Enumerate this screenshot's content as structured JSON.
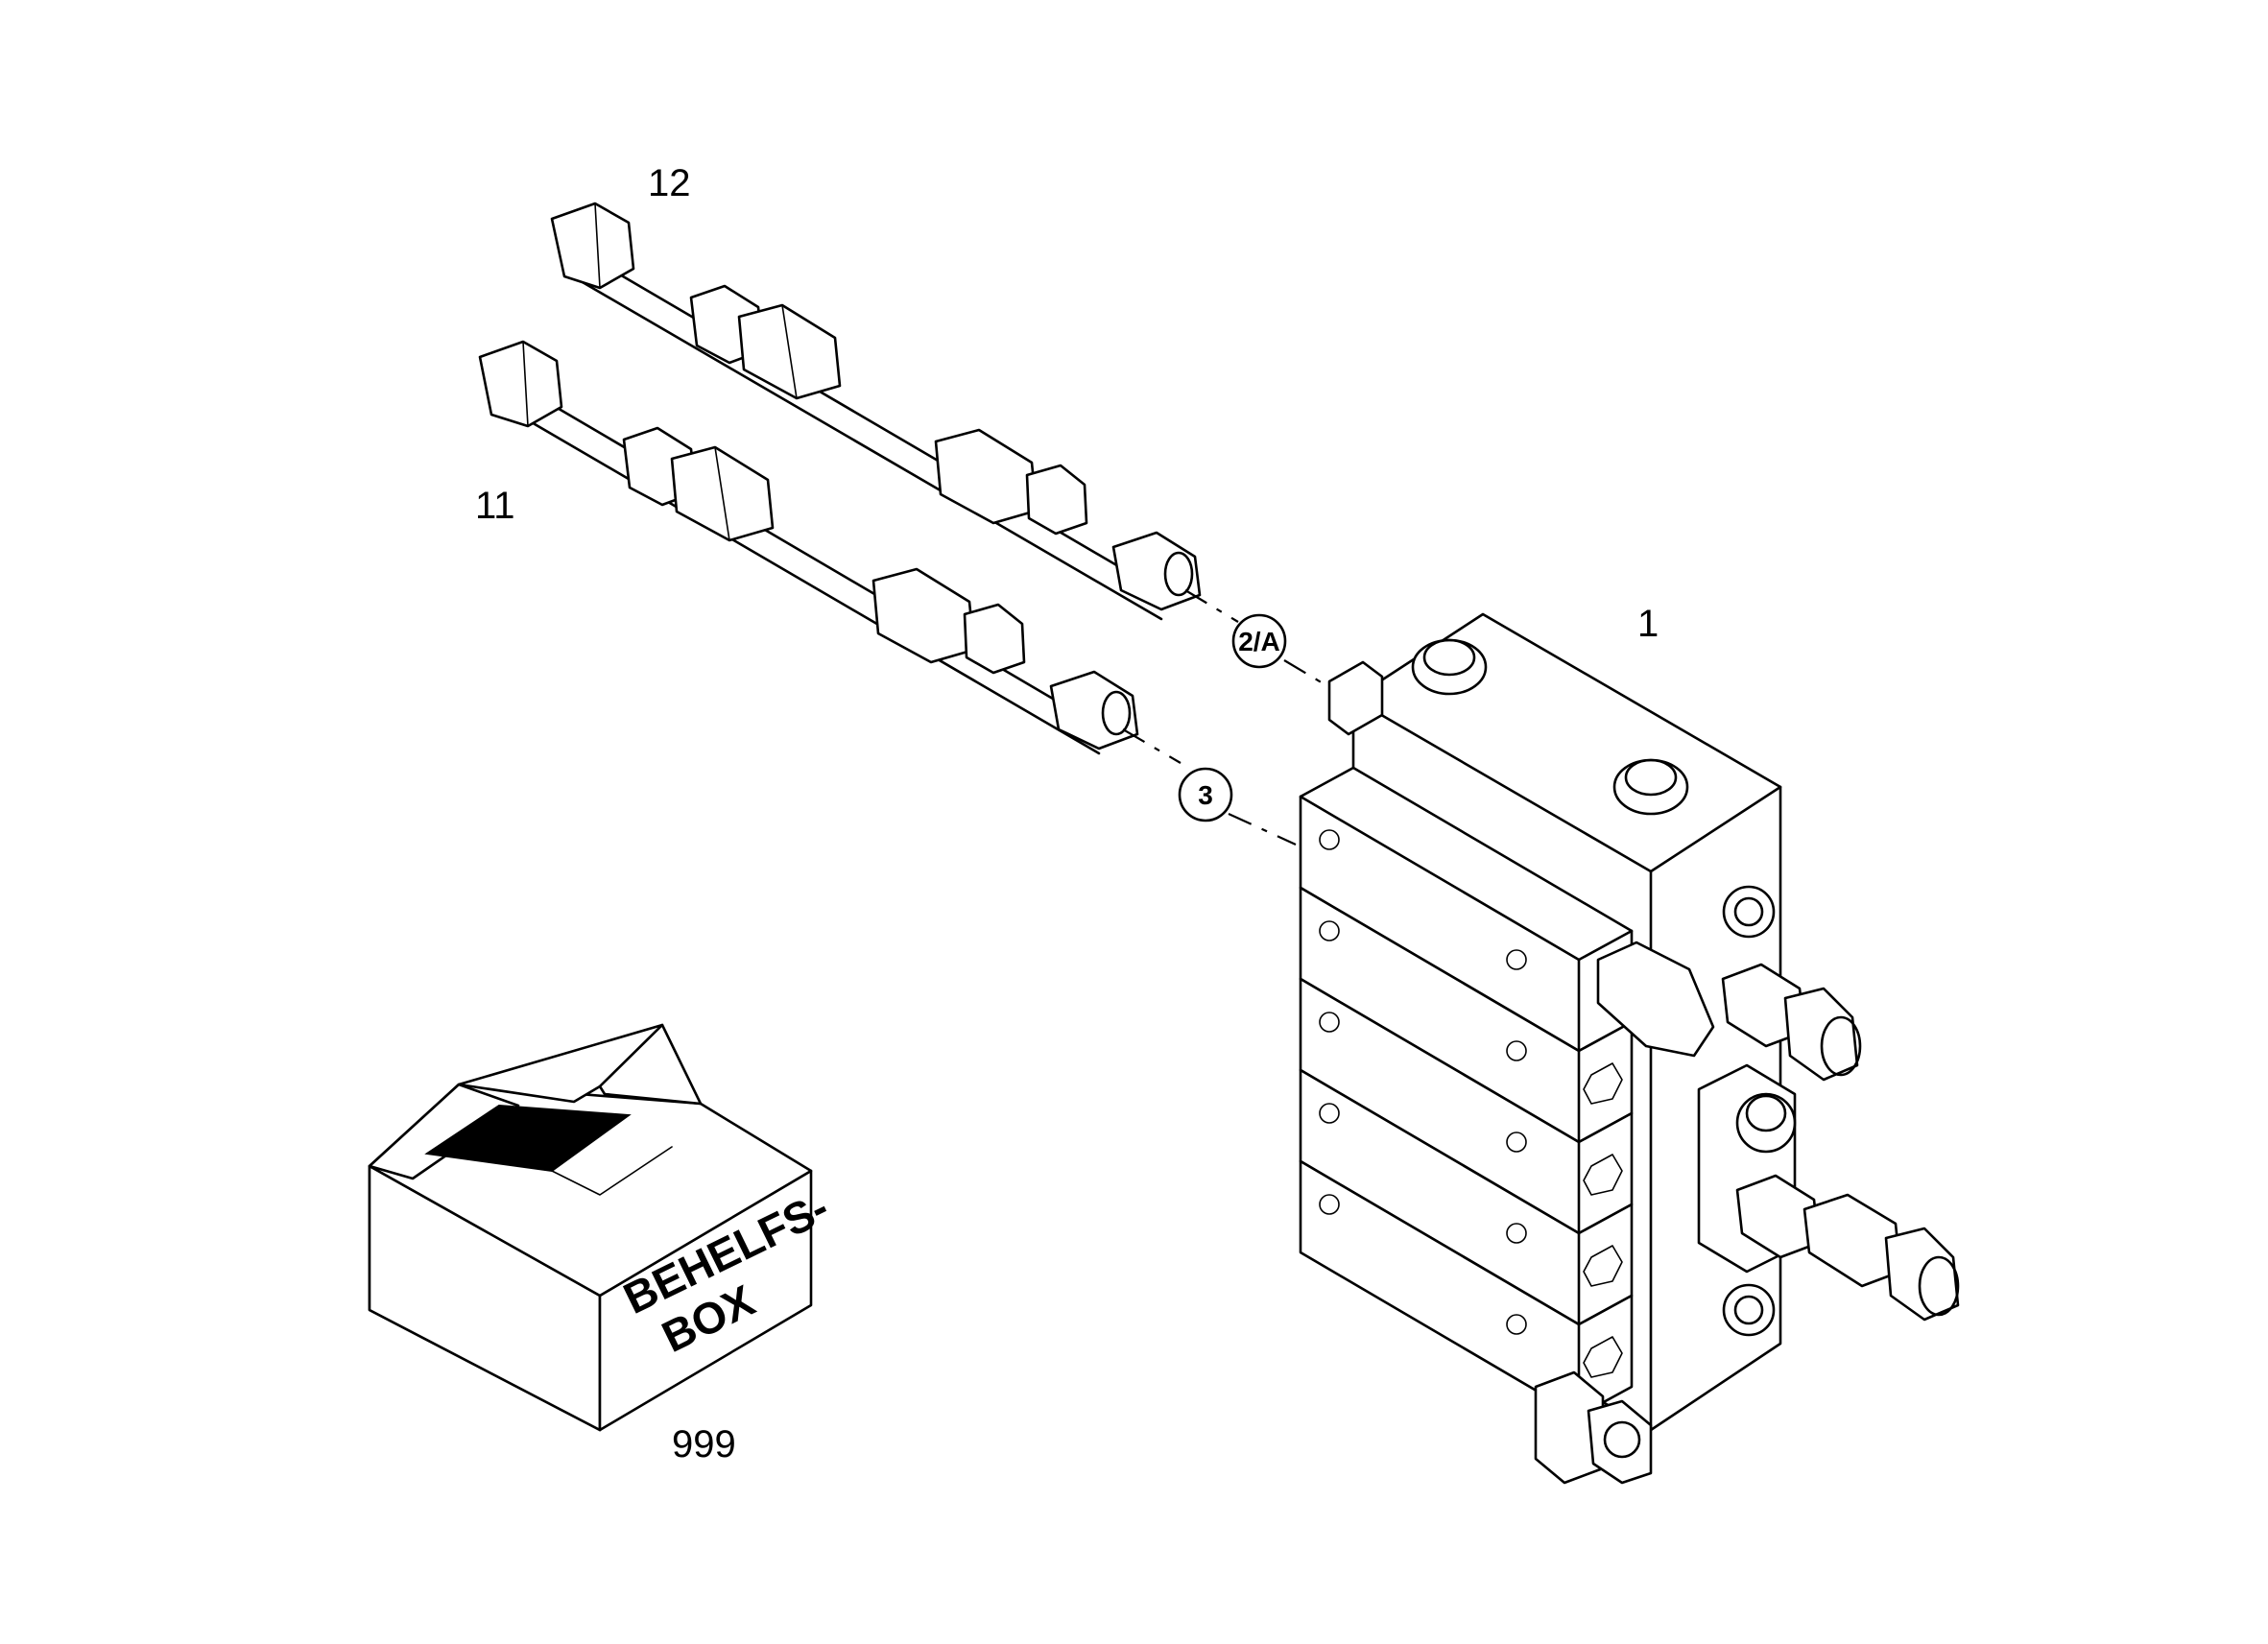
{
  "callouts": {
    "part_12": "12",
    "part_11": "11",
    "part_1": "1",
    "part_999": "999"
  },
  "references": {
    "ref_2a": "2/A",
    "ref_3": "3"
  },
  "box_label": {
    "line1": "BEHELFS-",
    "line2": "BOX"
  }
}
